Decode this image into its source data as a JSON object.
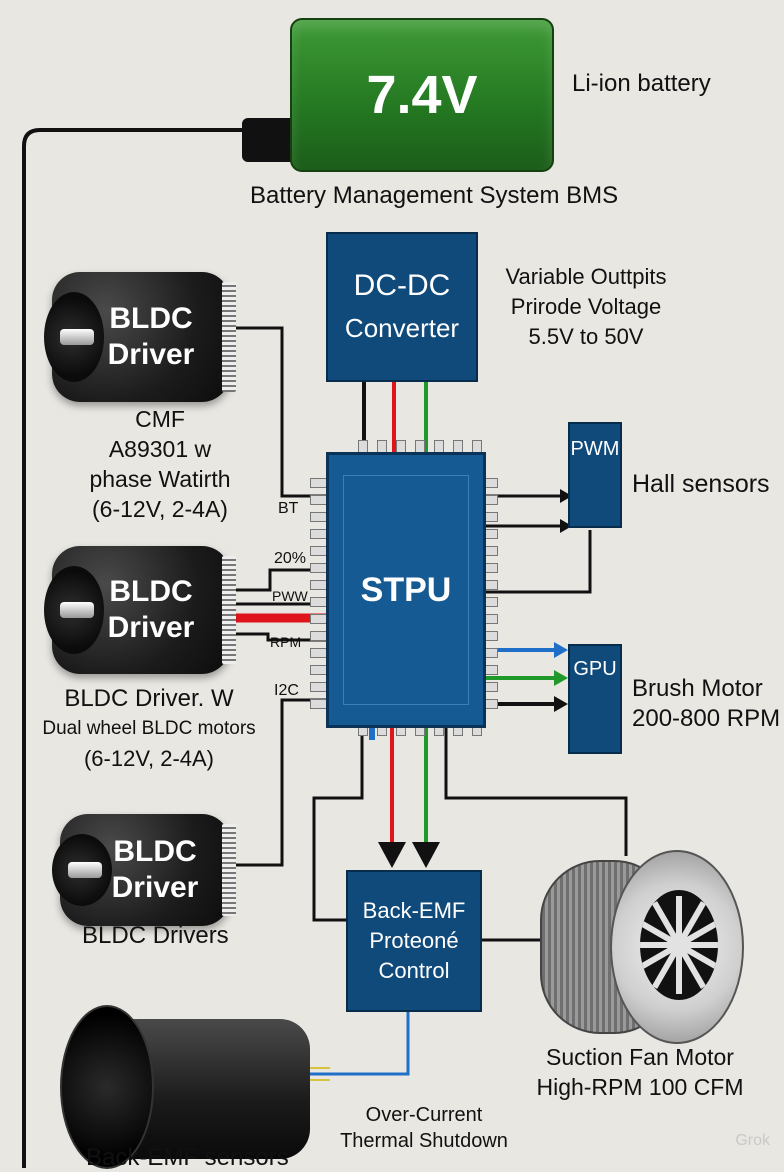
{
  "battery": {
    "voltage": "7.4V",
    "type_label": "Li-ion battery"
  },
  "bms_label": "Battery Management System BMS",
  "dcdc": {
    "line1": "DC-DC",
    "line2": "Converter"
  },
  "dcdc_note": [
    "Variable Outtpits",
    "Prirode Voltage",
    "5.5V to 50V"
  ],
  "controller": {
    "label": "STPU"
  },
  "pwm_box": {
    "label": "PWM"
  },
  "hall_label": "Hall sensors",
  "gpu_box": {
    "label": "GPU"
  },
  "brush_motor": [
    "Brush Motor",
    "200-800 RPM"
  ],
  "bemf_box": {
    "line1": "Back-EMF",
    "line2": "Proteoné",
    "line3": "Control"
  },
  "fan_motor": [
    "Suction Fan Motor",
    "High-RPM 100 CFM"
  ],
  "overcurrent": [
    "Over-Current",
    "Thermal Shutdown"
  ],
  "bemf_sensors": "Back-EMF sensors",
  "motors": [
    {
      "line1": "BLDC",
      "line2": "Driver"
    },
    {
      "line1": "BLDC",
      "line2": "Driver"
    },
    {
      "line1": "BLDC",
      "line2": "Driver"
    }
  ],
  "motor1_caption": [
    "CMF",
    "A89301 w",
    "phase Watirth",
    "(6-12V, 2-4A)"
  ],
  "motor2_caption": [
    "BLDC Driver. W",
    "Dual wheel BLDC motors",
    "(6-12V, 2-4A)"
  ],
  "motor3_caption": "BLDC Drivers",
  "pin_labels": {
    "bt": "BT",
    "pct": "20%",
    "pwm": "PWW",
    "rpm": "RPM",
    "i2c": "I2C"
  },
  "watermark": "Grok",
  "colors": {
    "box_blue": "#0f4a7a",
    "battery_green": "#2a7d24",
    "wire_red": "#e0141b",
    "wire_green": "#1f9a2a",
    "wire_blue": "#1f6fc9"
  }
}
